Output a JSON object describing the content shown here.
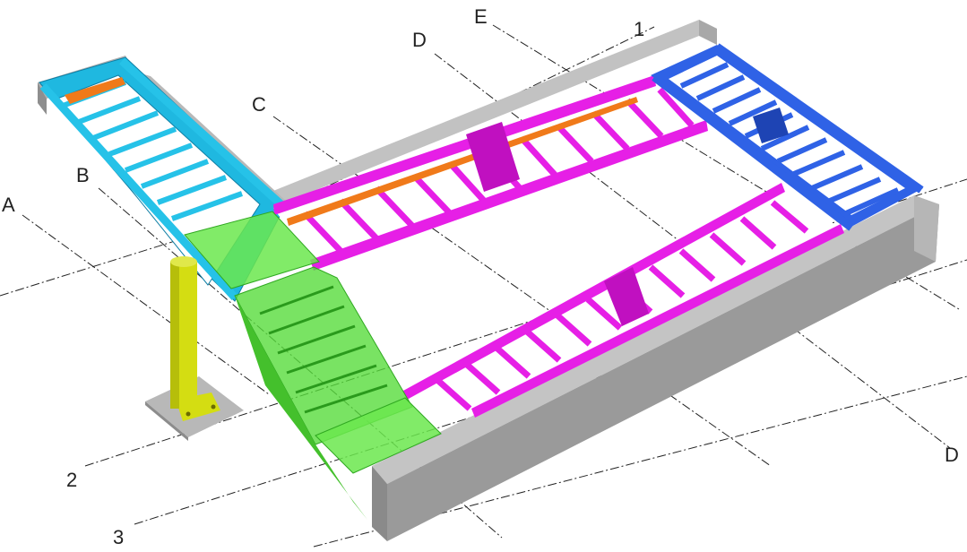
{
  "grid_labels": {
    "A": "A",
    "B": "B",
    "C": "C",
    "D_top": "D",
    "E": "E",
    "one_top": "1",
    "two_right": "2",
    "three_right": "3",
    "two_left": "2",
    "three_left": "3",
    "D_right": "D"
  },
  "colors": {
    "concrete": "#a4a4a4",
    "concrete_dark": "#8e8e8e",
    "concrete_light": "#c4c4c4",
    "landing_cyan": "#26c2e8",
    "stringer_magenta": "#e61fe6",
    "platform_blue": "#2f62e6",
    "stair_green": "#56e03c",
    "column_yellow": "#d4dd12",
    "rail_orange": "#f07a1a"
  }
}
